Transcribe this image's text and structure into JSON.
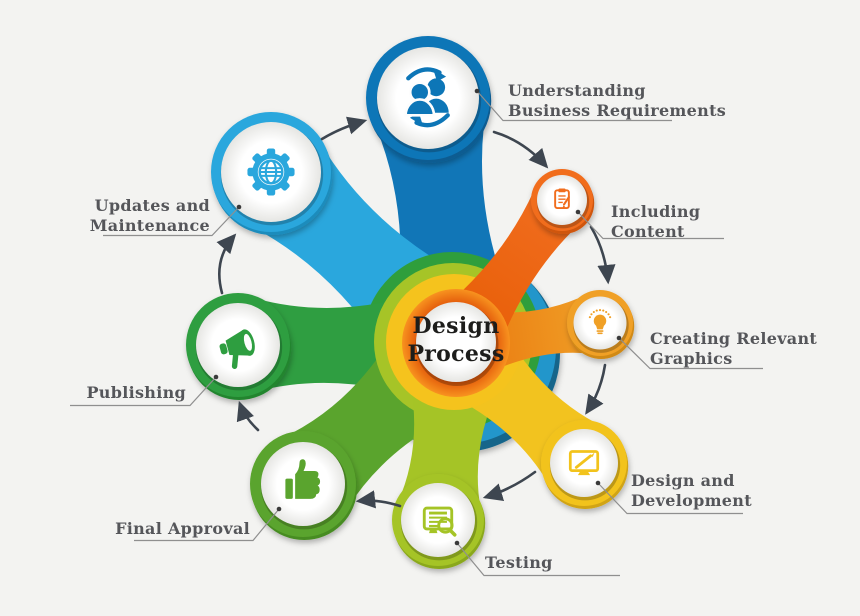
{
  "title": "Design Process",
  "background": "#f3f3f1",
  "arrow_color": "#3e4650",
  "label_color": "#55565a",
  "leader_color": "#8f8f8f",
  "dot_color": "#3a3a3a",
  "center": {
    "lines": [
      "Design",
      "Process"
    ],
    "text_color": "#1d1d1b"
  },
  "hub_rings": {
    "rim": "#15658a",
    "blue": "#2396cb",
    "green": "#2f9e3c",
    "lime": "#a6c427",
    "yellow": "#f5c31d",
    "orange_outer": "#f8931f",
    "orange_inner": "#e2580a"
  },
  "nodes": [
    {
      "id": "understanding",
      "lines": [
        "Understanding",
        "Business Requirements"
      ],
      "color": "#1176b7",
      "rim": "#0d5c91",
      "icon": "users-sync-icon"
    },
    {
      "id": "including",
      "lines": [
        "Including",
        "Content"
      ],
      "color": "#f16d1f",
      "rim": "#cf5611",
      "icon": "clipboard-pencil-icon"
    },
    {
      "id": "creating",
      "lines": [
        "Creating Relevant",
        "Graphics"
      ],
      "color": "#f0a027",
      "rim": "#d18a15",
      "icon": "lightbulb-icon"
    },
    {
      "id": "design_dev",
      "lines": [
        "Design and",
        "Development"
      ],
      "color": "#f2c31f",
      "rim": "#d1a412",
      "icon": "monitor-pen-icon"
    },
    {
      "id": "testing",
      "lines": [
        "Testing"
      ],
      "color": "#a5c426",
      "rim": "#8aa81c",
      "icon": "document-magnifier-icon"
    },
    {
      "id": "final_approval",
      "lines": [
        "Final Approval"
      ],
      "color": "#5aa42d",
      "rim": "#478c21",
      "icon": "thumbs-up-icon"
    },
    {
      "id": "publishing",
      "lines": [
        "Publishing"
      ],
      "color": "#2f9e41",
      "rim": "#23852f",
      "icon": "megaphone-icon"
    },
    {
      "id": "updates",
      "lines": [
        "Updates and",
        "Maintenance"
      ],
      "color": "#2aa7dd",
      "rim": "#1e8cbc",
      "icon": "gear-globe-icon"
    }
  ]
}
